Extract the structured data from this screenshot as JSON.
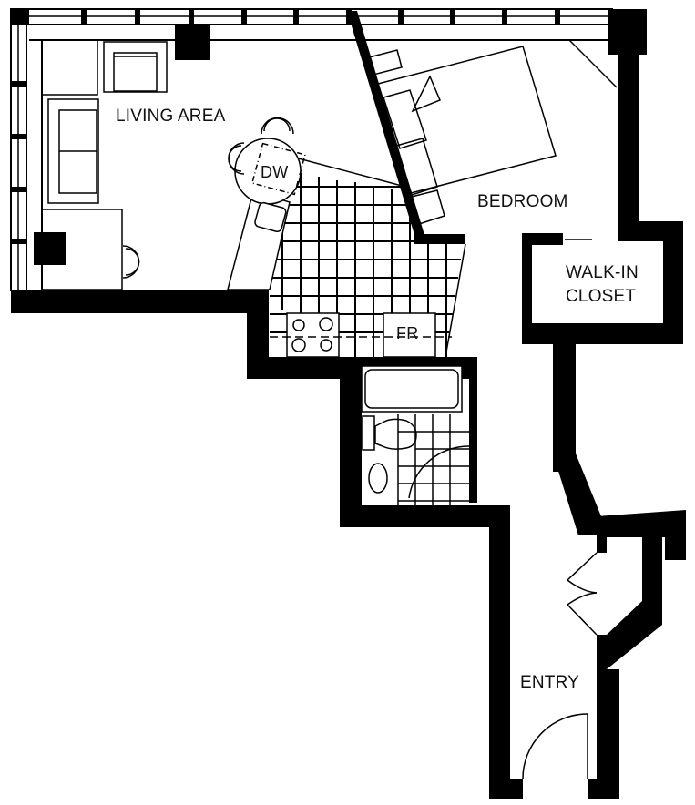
{
  "plan": {
    "type": "apartment floor plan",
    "colors": {
      "wall": "#000000",
      "line": "#000000",
      "background": "#ffffff"
    }
  },
  "rooms": {
    "living_area": "LIVING AREA",
    "bedroom": "BEDROOM",
    "walk_in_closet_line1": "WALK-IN",
    "walk_in_closet_line2": "CLOSET",
    "entry": "ENTRY"
  },
  "fixtures": {
    "dishwasher": "DW",
    "refrigerator": "FR"
  }
}
